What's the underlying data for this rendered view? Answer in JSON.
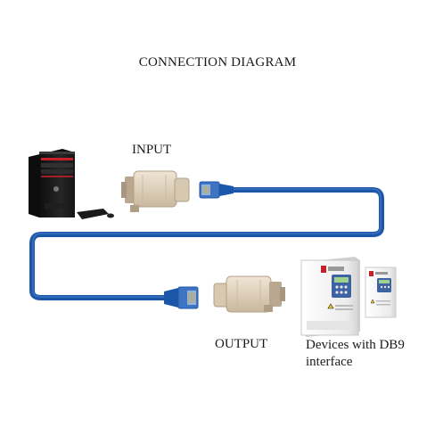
{
  "title": "CONNECTION DIAGRAM",
  "labels": {
    "input": "INPUT",
    "output": "OUTPUT",
    "devices_line1": "Devices with DB9",
    "devices_line2": "interface"
  },
  "colors": {
    "cable": "#1c56a8",
    "cable_highlight": "#4f86cf",
    "adapter": "#e3d6c2",
    "pc_body": "#1b1b1b",
    "pc_accent": "#c4212a",
    "drive_body": "#f1f1f1",
    "drive_panel": "#3d63a4"
  },
  "icons": {
    "computer": "desktop-computer-icon",
    "input_adapter": "rj45-db9-adapter-icon",
    "output_adapter": "db9-rj45-adapter-icon",
    "devices": "inverter-drive-icon"
  }
}
